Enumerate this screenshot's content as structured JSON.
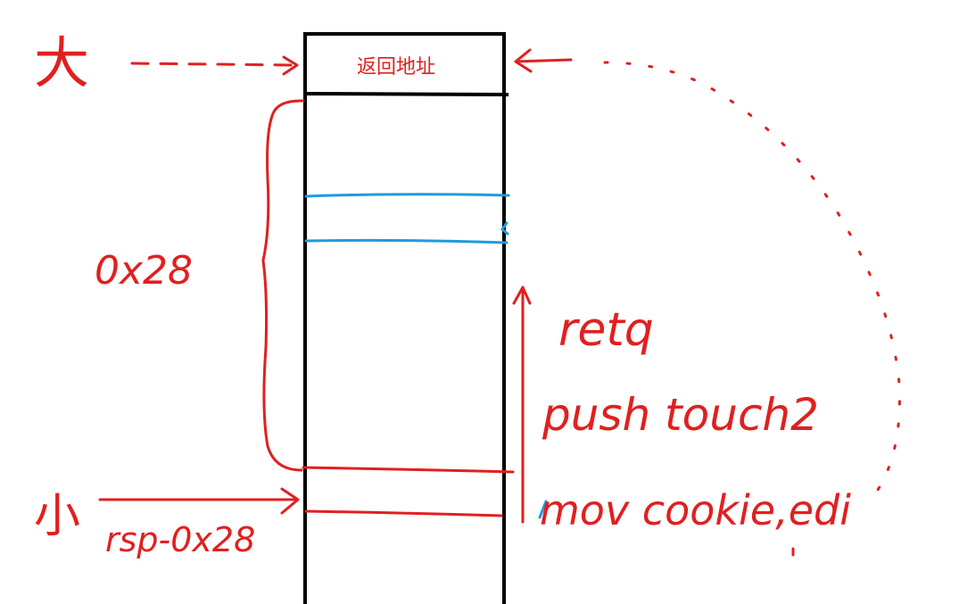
{
  "colors": {
    "ink_black": "#000000",
    "ink_red": "#e02020",
    "ink_blue": "#1e9be0",
    "background": "#ffffff"
  },
  "labels": {
    "big": "大",
    "small": "小",
    "return_address": "返回地址",
    "size_offset": "0x28",
    "rsp_offset": "rsp-0x28",
    "instr_retq": "retq",
    "instr_push": "push touch2",
    "instr_mov": "mov cookie,edi"
  }
}
